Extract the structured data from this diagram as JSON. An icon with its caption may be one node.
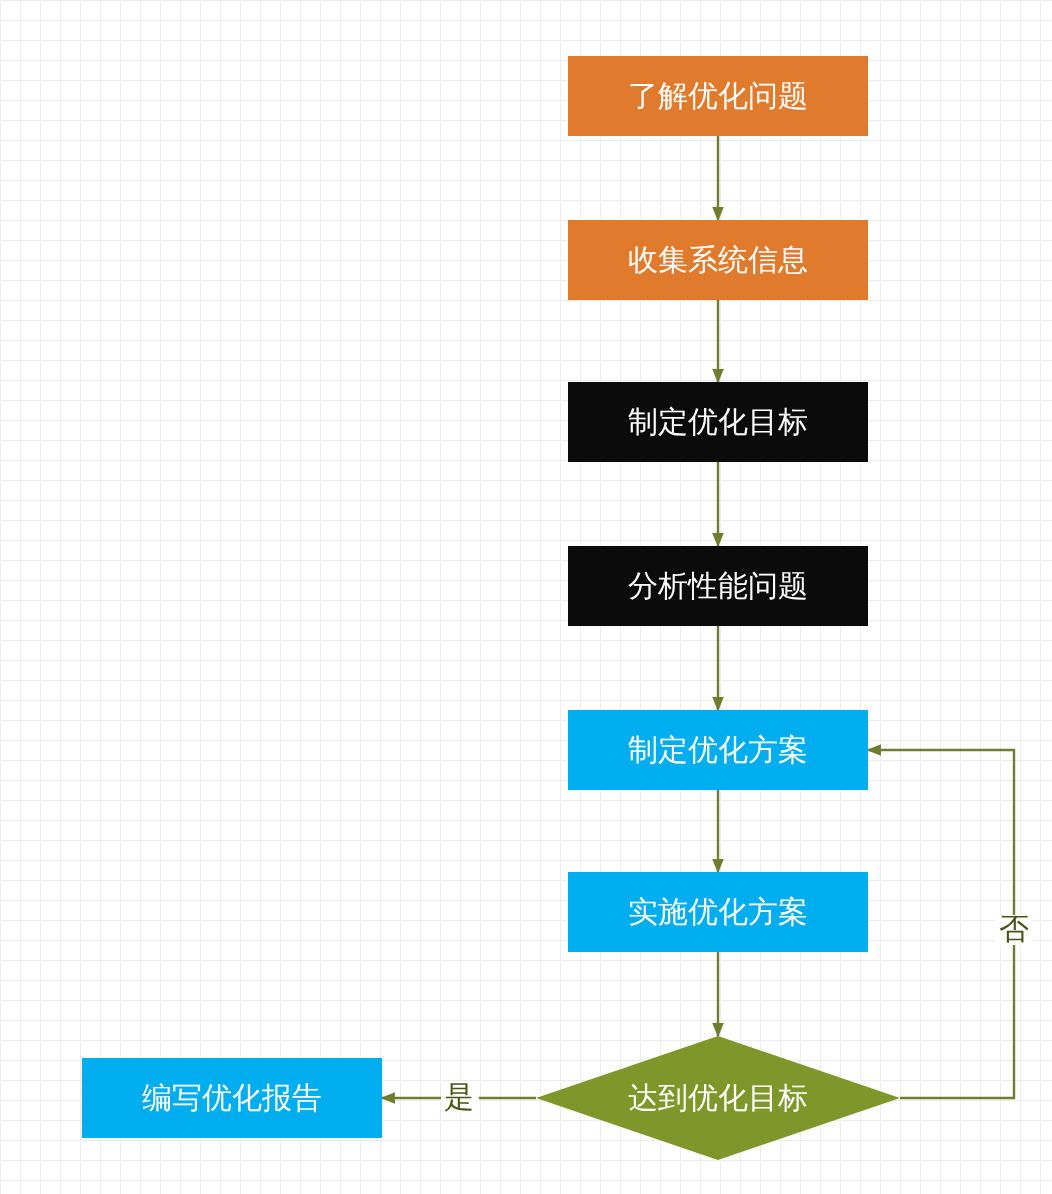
{
  "diagram": {
    "nodes": [
      {
        "text": [
          "了解优化问题"
        ]
      },
      {
        "text": [
          "收集系统信息"
        ]
      },
      {
        "text": [
          "制定优化目标"
        ]
      },
      {
        "text": [
          "分析性能问题"
        ]
      },
      {
        "text": [
          "制定优化方案"
        ]
      },
      {
        "text": [
          "实施优化方案"
        ]
      },
      {
        "text": [
          "达到优化目标"
        ]
      },
      {
        "text": [
          "编写优化报告"
        ]
      }
    ],
    "edges": [
      {
        "from": 0,
        "to": 1,
        "arrow": "to"
      },
      {
        "from": 1,
        "to": 2,
        "arrow": "to"
      },
      {
        "from": 2,
        "to": 3,
        "arrow": "to"
      },
      {
        "from": 3,
        "to": 4,
        "arrow": "to"
      },
      {
        "from": 4,
        "to": 5,
        "arrow": "to"
      },
      {
        "from": 5,
        "to": 6,
        "arrow": "to"
      },
      {
        "from": 6,
        "to": 7,
        "arrow": "to",
        "label": "是"
      },
      {
        "from": 6,
        "to": 4,
        "arrow": "to",
        "label": "否"
      }
    ]
  }
}
